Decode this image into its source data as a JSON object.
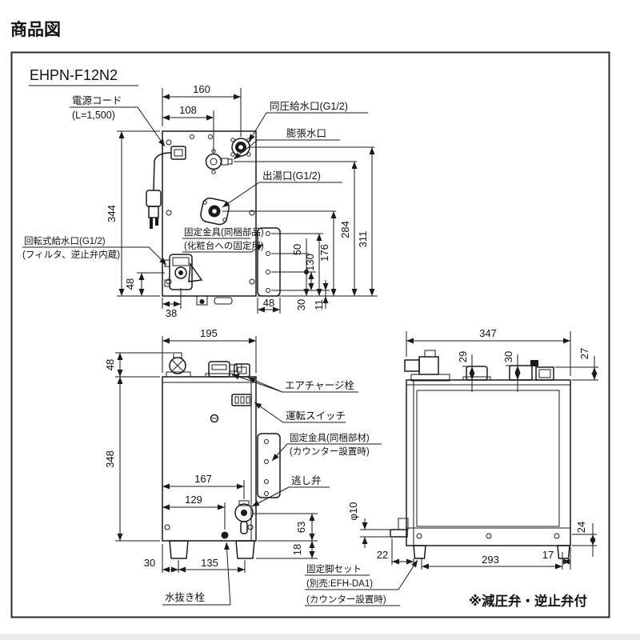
{
  "page": {
    "title": "商品図",
    "model": "EHPN-F12N2",
    "note": "※減圧弁・逆止弁付",
    "ink": "#1a1a1a"
  },
  "top_view": {
    "labels": {
      "power_cord": [
        "電源コード",
        "(L=1,500)"
      ],
      "inlet": "同圧給水口(G1/2)",
      "expansion": "膨張水口",
      "outlet": "出湯口(G1/2)",
      "rotary_inlet": [
        "回転式給水口(G1/2)",
        "(フィルタ、逆止弁内蔵)"
      ],
      "bracket": [
        "固定金具(同梱部品)",
        "(化粧台への固定用)"
      ]
    },
    "dims": {
      "d160": "160",
      "d108": "108",
      "d344": "344",
      "d48side": "48",
      "d38": "38",
      "d48bracket": "48",
      "d30": "30",
      "d11": "11",
      "d50": "50",
      "d130": "130",
      "d176": "176",
      "d284": "284",
      "d311": "311"
    }
  },
  "front_view": {
    "labels": {
      "air_charge": "エアチャージ栓",
      "switch": "運転スイッチ",
      "bracket": [
        "固定金具(同梱部材)",
        "(カウンター設置時)"
      ],
      "relief_valve": "逃し弁",
      "drain_plug": "水抜き栓"
    },
    "dims": {
      "d195": "195",
      "d48": "48",
      "d348": "348",
      "d167": "167",
      "d129": "129",
      "d63": "63",
      "d18": "18",
      "d30": "30",
      "d135": "135"
    }
  },
  "side_view": {
    "labels": {
      "leg_set": [
        "固定脚セット",
        "(別売:EFH-DA1)",
        "(カウンター設置時)"
      ]
    },
    "dims": {
      "d347": "347",
      "d29": "29",
      "d30": "30",
      "d27": "27",
      "dia10": "φ10",
      "d24": "24",
      "d22": "22",
      "d293": "293",
      "d17": "17"
    }
  }
}
